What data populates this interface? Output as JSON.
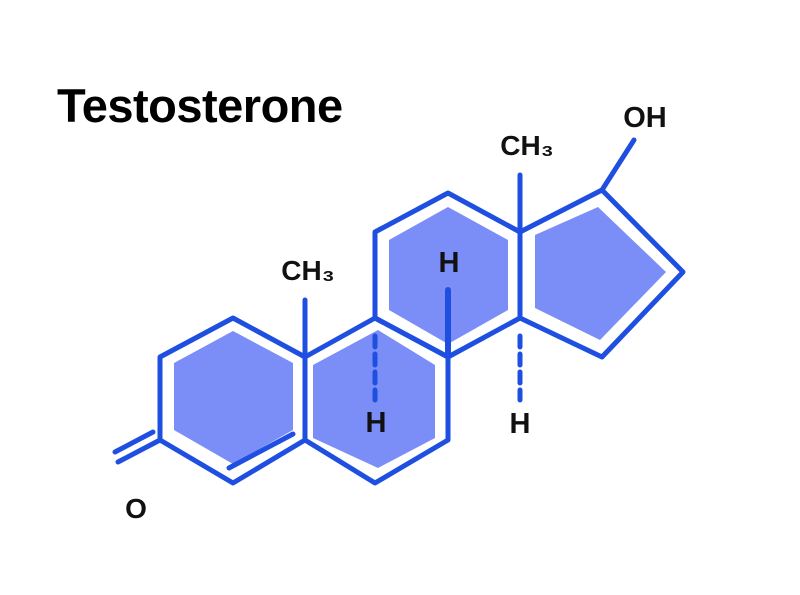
{
  "title": "Testosterone",
  "colors": {
    "bond": "#1f4fe0",
    "ring_fill": "#7b8ef8",
    "text": "#111111"
  },
  "labels": {
    "ch3_ring_b": "CH₃",
    "ch3_ring_d": "CH₃",
    "oh": "OH",
    "oxygen": "O",
    "h_c8": "H",
    "h_c9": "H",
    "h_c14": "H"
  }
}
